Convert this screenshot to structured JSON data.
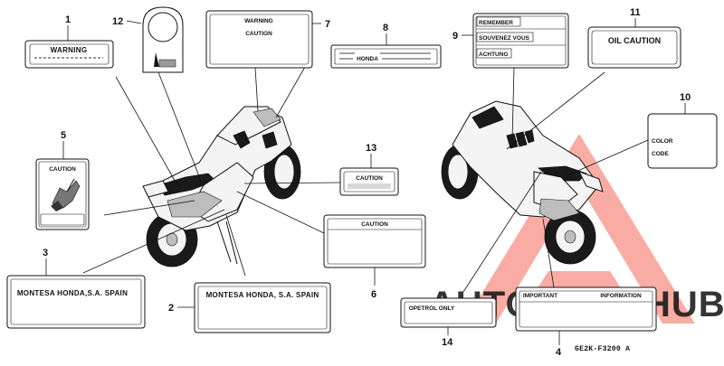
{
  "parts": [
    {
      "id": "1",
      "label": "WARNING"
    },
    {
      "id": "2",
      "label": "MONTESA HONDA, S.A. SPAIN"
    },
    {
      "id": "3",
      "label": "MONTESA HONDA,S.A. SPAIN"
    },
    {
      "id": "4",
      "label_left": "IMPORTANT",
      "label_right": "INFORMATION"
    },
    {
      "id": "5",
      "label": "CAUTION"
    },
    {
      "id": "6",
      "label": "CAUTION"
    },
    {
      "id": "7",
      "line1": "WARNING",
      "line2": "CAUTION"
    },
    {
      "id": "8",
      "label": "HONDA"
    },
    {
      "id": "9",
      "line1": "REMEMBER",
      "line2": "SOUVENEZ VOUS",
      "line3": "ACHTUNG"
    },
    {
      "id": "10",
      "line1": "COLOR",
      "line2": "CODE"
    },
    {
      "id": "11",
      "label": "OIL CAUTION"
    },
    {
      "id": "12",
      "label": ""
    },
    {
      "id": "13",
      "label": "CAUTION"
    },
    {
      "id": "14",
      "label": "OPETROL ONLY"
    }
  ],
  "part_code": "GE2K-F3200 A",
  "watermark": {
    "text_a": "AUTOMOTO",
    "text_b": "HUB",
    "color_a": "#f3a27f",
    "color_b": "#8a8a8a",
    "triangle_color": "#f26b5b"
  }
}
